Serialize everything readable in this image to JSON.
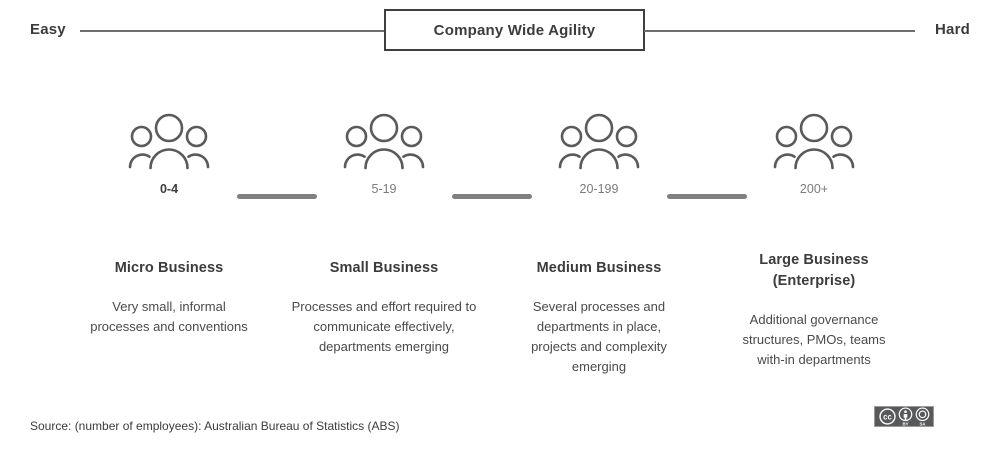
{
  "scale": {
    "left_label": "Easy",
    "right_label": "Hard",
    "title": "Company Wide Agility"
  },
  "segments": [
    {
      "size_label": "0-4",
      "icon": "people-group-icon",
      "emphasized": true,
      "title": "Micro Business",
      "body": "Very small, informal processes and conventions"
    },
    {
      "size_label": "5-19",
      "icon": "people-group-icon",
      "emphasized": false,
      "title": "Small Business",
      "body": "Processes and effort required to communicate effectively, departments emerging"
    },
    {
      "size_label": "20-199",
      "icon": "people-group-icon",
      "emphasized": false,
      "title": "Medium Business",
      "body": "Several processes and departments in place, projects and complexity emerging"
    },
    {
      "size_label": "200+",
      "icon": "people-group-icon",
      "emphasized": false,
      "title": "Large Business (Enterprise)",
      "body": "Additional governance structures, PMOs, teams with-in departments"
    }
  ],
  "footer": {
    "source": "Source: (number of employees): Australian Bureau of Statistics (ABS)",
    "license_badge": "creative-commons-by-sa-badge",
    "license_marks": [
      "CC",
      "BY",
      "SA"
    ]
  },
  "colors": {
    "text_dark": "#3c3c3c",
    "text_muted": "#7b7b7b",
    "icon_stroke": "#5a5a5a",
    "line": "#6e6e6e",
    "connector": "#808080",
    "badge_bg": "#58595b",
    "background": "#ffffff"
  }
}
